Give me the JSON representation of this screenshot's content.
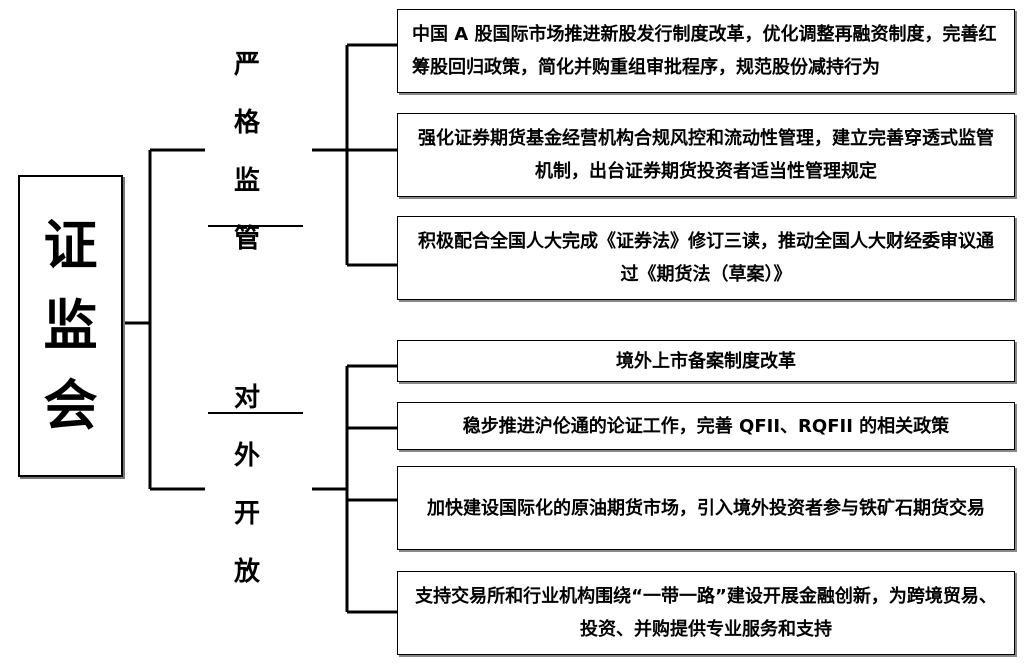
{
  "root": {
    "chars": [
      "证",
      "监",
      "会"
    ]
  },
  "categories": [
    {
      "label": "严 格 监 管",
      "items": [
        "中国 A 股国际市场推进新股发行制度改革，优化调整再融资制度，完善红筹股回归政策，简化并购重组审批程序，规范股份减持行为",
        "强化证券期货基金经营机构合规风控和流动性管理，建立完善穿透式监管机制，出台证券期货投资者适当性管理规定",
        "积极配合全国人大完成《证券法》修订三读，推动全国人大财经委审议通过《期货法（草案）》"
      ]
    },
    {
      "label": "对 外 开 放",
      "items": [
        "境外上市备案制度改革",
        "稳步推进沪伦通的论证工作，完善 QFII、RQFII 的相关政策",
        "加快建设国际化的原油期货市场，引入境外投资者参与铁矿石期货交易",
        "支持交易所和行业机构围绕“一带一路”建设开展金融创新，为跨境贸易、投资、并购提供专业服务和支持"
      ]
    }
  ]
}
